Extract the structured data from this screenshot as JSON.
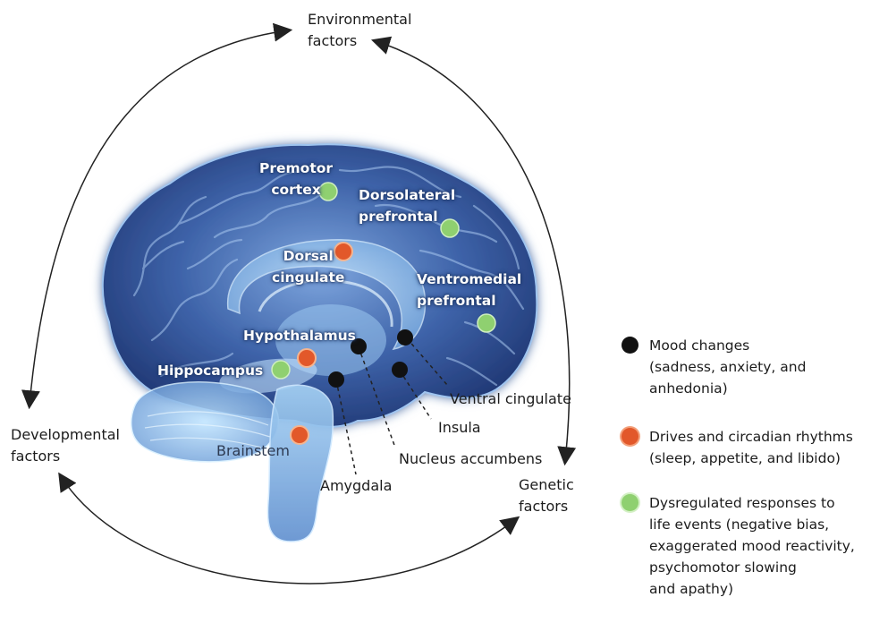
{
  "factors": {
    "environmental": "Environmental\nfactors",
    "developmental": "Developmental\nfactors",
    "genetic": "Genetic\nfactors"
  },
  "regions": {
    "premotor_cortex": "Premotor\ncortex",
    "dorsolateral_prefrontal": "Dorsolateral\nprefrontal",
    "dorsal_cingulate": "Dorsal\ncingulate",
    "ventromedial_prefrontal": "Ventromedial\nprefrontal",
    "hypothalamus": "Hypothalamus",
    "hippocampus": "Hippocampus",
    "brainstem": "Brainstem",
    "ventral_cingulate": "Ventral cingulate",
    "insula": "Insula",
    "nucleus_accumbens": "Nucleus accumbens",
    "amygdala": "Amygdala"
  },
  "legend": {
    "mood_changes": "Mood changes\n(sadness, anxiety, and\nanhedonia)",
    "drives": "Drives and circadian rhythms\n(sleep, appetite, and libido)",
    "dysregulated": "Dysregulated responses to\nlife events (negative bias,\nexaggerated mood reactivity,\npsychomotor slowing\nand apathy)"
  },
  "colors": {
    "mood_dot": "#111111",
    "drives_dot": "#e2582a",
    "dysregulated_dot": "#8fd070",
    "brain_fill": "#2e4f95",
    "arrow": "#222222"
  }
}
